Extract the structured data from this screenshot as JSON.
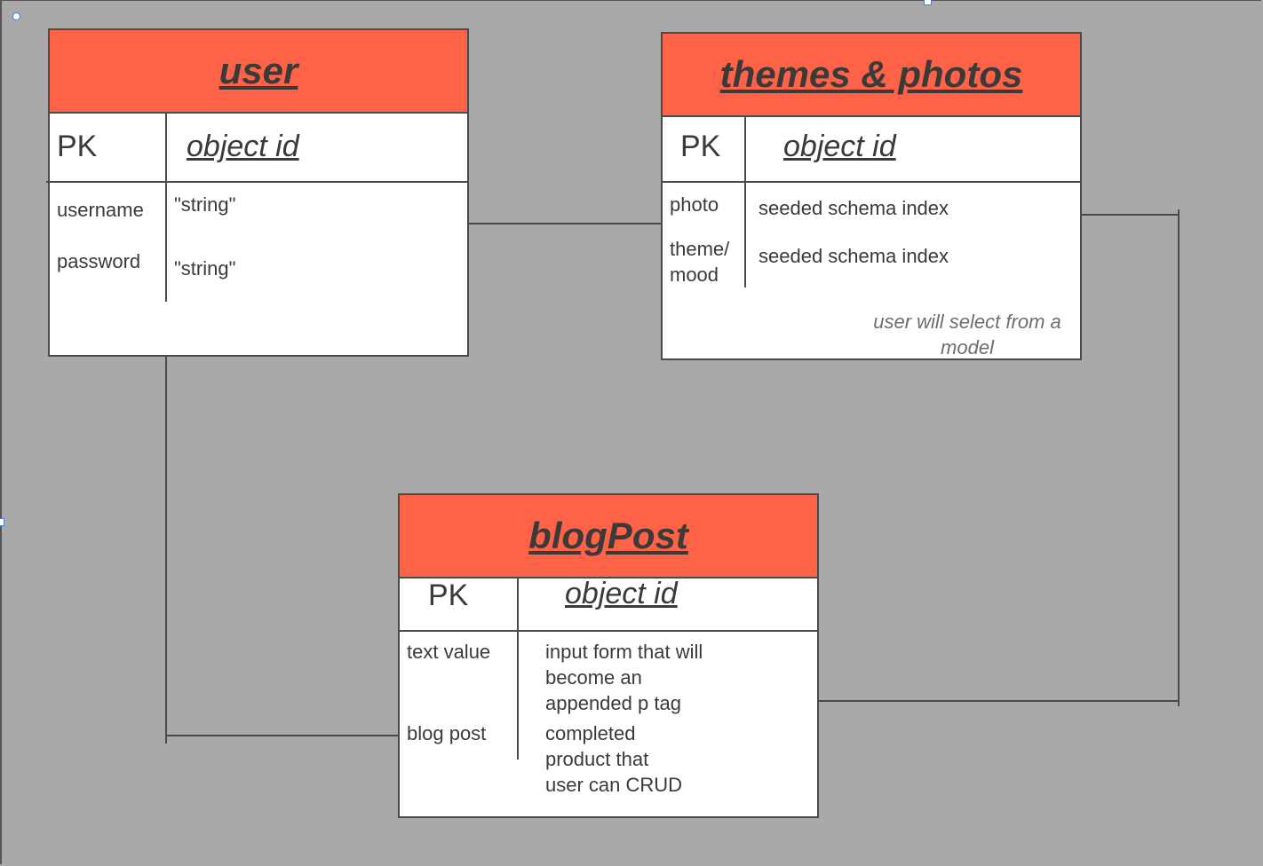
{
  "diagram": {
    "entities": {
      "user": {
        "title": "user",
        "pk_label": "PK",
        "pk_value": "object id",
        "fields": [
          {
            "name": "username",
            "type": "\"string\""
          },
          {
            "name": "password",
            "type": "\"string\""
          }
        ]
      },
      "themes": {
        "title": "themes & photos",
        "pk_label": "PK",
        "pk_value": "object id",
        "fields": [
          {
            "name": "photo",
            "type": "seeded schema index"
          },
          {
            "name": "theme/\nmood",
            "type": "seeded schema index"
          }
        ],
        "note": "user will select from a model"
      },
      "blogpost": {
        "title": "blogPost",
        "pk_label": "PK",
        "pk_value": "object id",
        "fields": [
          {
            "name": "text value",
            "type": "input form that will\nbecome an\nappended p tag"
          },
          {
            "name": "blog post",
            "type": "completed\nproduct that\nuser can CRUD"
          }
        ]
      }
    },
    "colors": {
      "canvas": "#a9a9a9",
      "header": "#ff6347",
      "border": "#4a4a4a",
      "selection_handle": "#4a7fd4"
    }
  }
}
